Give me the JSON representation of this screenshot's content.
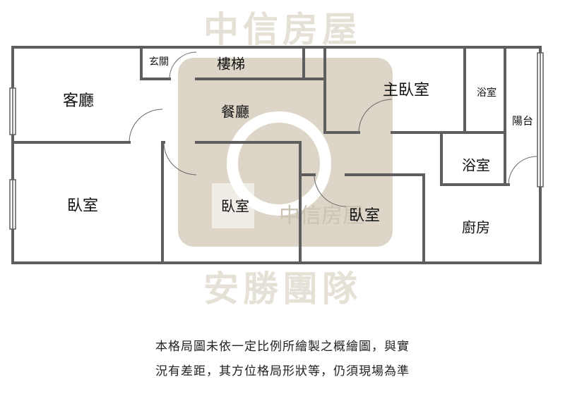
{
  "watermark": {
    "top": "中信房屋",
    "bottom": "安勝團隊",
    "center": "中信房屋"
  },
  "rooms": {
    "living_room": "客廳",
    "foyer": "玄關",
    "stairs": "樓梯",
    "dining": "餐廳",
    "master_bedroom": "主臥室",
    "bathroom_1": "浴室",
    "balcony": "陽台",
    "bathroom_2": "浴室",
    "bedroom_left": "臥室",
    "bedroom_mid": "臥室",
    "bedroom_right": "臥室",
    "kitchen": "廚房"
  },
  "disclaimer": {
    "line1": "本格局圖未依一定比例所繪製之概繪圖，與實",
    "line2": "況有差距，其方位格局形狀等，仍須現場為準"
  },
  "colors": {
    "wall": "#5e5e5e",
    "watermark": "#ddd6c8",
    "watermark_logo": "#d8d0bf"
  }
}
